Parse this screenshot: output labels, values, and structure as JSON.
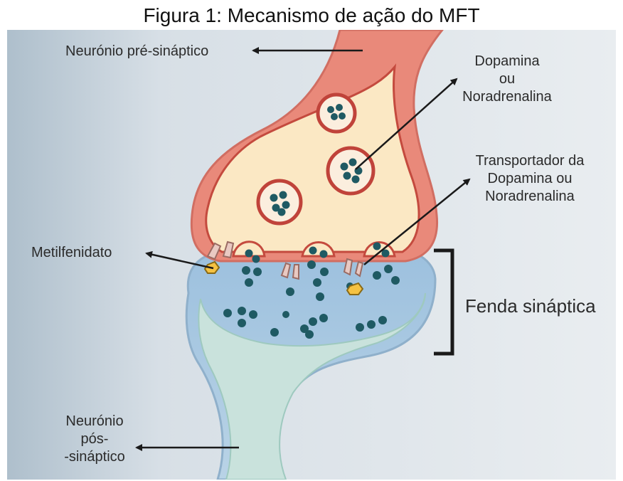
{
  "title": "Figura 1: Mecanismo de ação do MFT",
  "labels": {
    "pre_neuron": "Neurónio pré-sináptico",
    "dopamine": [
      "Dopamina",
      "ou",
      "Noradrenalina"
    ],
    "transporter": [
      "Transportador da",
      "Dopamina ou",
      "Noradrenalina"
    ],
    "methylphenidate": "Metilfenidato",
    "cleft": "Fenda sináptica",
    "post_neuron": [
      "Neurónio",
      "pós-",
      "-sináptico"
    ]
  },
  "colors": {
    "pre_membrane": "#e9897a",
    "pre_cytoplasm": "#fbe8c4",
    "vesicle_ring": "#c0433a",
    "vesicle_fill": "#fbeede",
    "neurotransmitter": "#1f5a63",
    "drug": "#f5c242",
    "transporter": "#e9c9c2",
    "post_membrane": "#a9c6e1",
    "post_body": "#c8e2dc",
    "background": "#d4dde4"
  }
}
